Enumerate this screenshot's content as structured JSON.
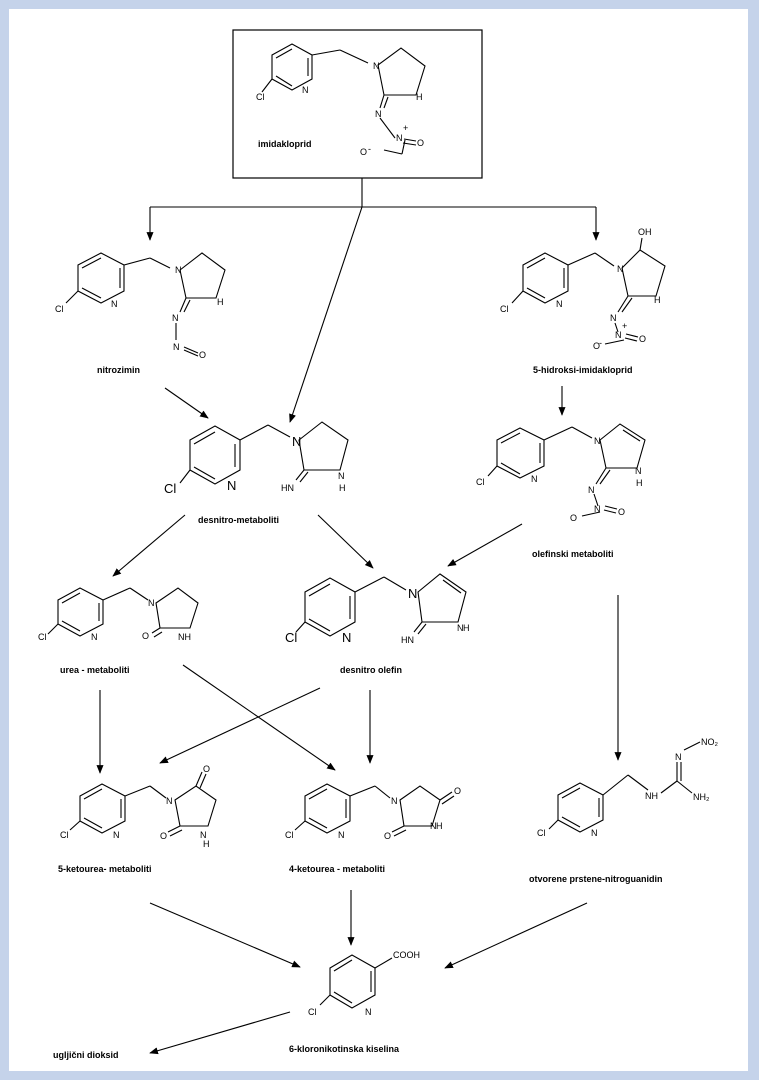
{
  "compounds": {
    "imidakloprid": "imidakloprid",
    "nitrozimin": "nitrozimin",
    "hidroksi": "5-hidroksi-imidakloprid",
    "desnitro": "desnitro-metaboliti",
    "olefinski": "olefinski metaboliti",
    "urea": "urea - metaboliti",
    "desnitroolefin": "desnitro olefin",
    "ketourea5": "5-ketourea- metaboliti",
    "ketourea4": "4-ketourea - metaboliti",
    "otvoreni": "otvorene prstene-nitroguanidin",
    "kiselina": "6-kloronikotinska kiselina",
    "dioksid": "ugljični dioksid"
  },
  "atoms": {
    "Cl": "Cl",
    "N": "N",
    "H": "H",
    "O": "O",
    "O_minus": "O",
    "minus": "-",
    "N_plus": "N",
    "plus": "+",
    "HN": "HN",
    "NH": "NH",
    "NH2": "NH₂",
    "OH": "OH",
    "NO2": "NO₂",
    "COOH": "COOH"
  }
}
